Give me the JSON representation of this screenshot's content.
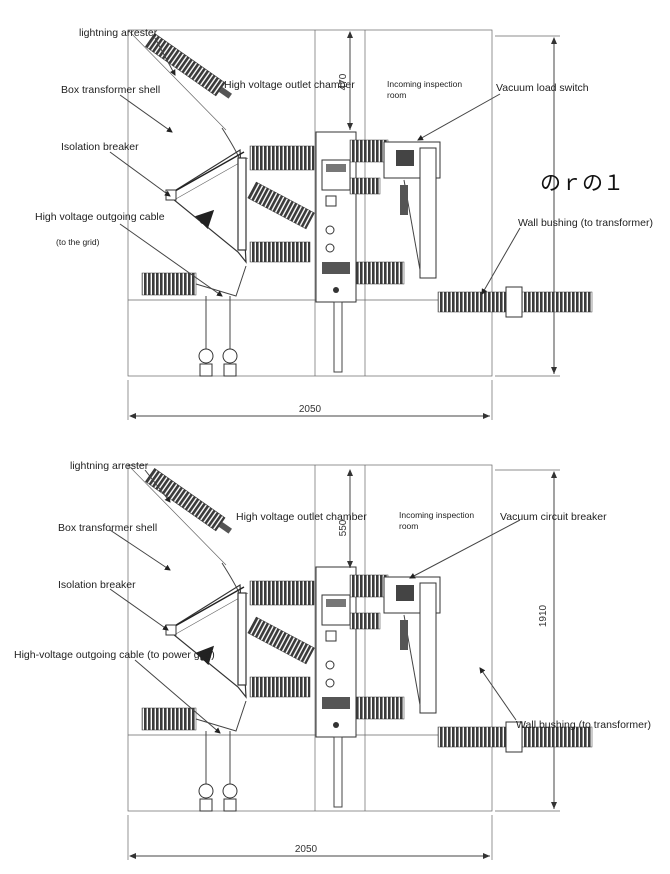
{
  "diagrams": [
    {
      "labels": {
        "lightning_arrester": "lightning arrester",
        "box_shell": "Box transformer shell",
        "isolation_breaker": "Isolation breaker",
        "outgoing_cable": "High voltage outgoing cable",
        "outgoing_cable_sub": "(to the grid)",
        "outlet_chamber": "High voltage outlet chamber",
        "inspection_room_1": "Incoming inspection",
        "inspection_room_2": "room",
        "switch": "Vacuum load switch",
        "wall_bushing": "Wall bushing (to transformer)"
      },
      "dims": {
        "width": "2050",
        "chamber_height": "470"
      }
    },
    {
      "labels": {
        "lightning_arrester": "lightning arrester",
        "box_shell": "Box transformer shell",
        "isolation_breaker": "Isolation breaker",
        "outgoing_cable": "High-voltage outgoing cable (to power grid)",
        "outlet_chamber": "High voltage outlet chamber",
        "inspection_room_1": "Incoming inspection",
        "inspection_room_2": "room",
        "switch": "Vacuum circuit breaker",
        "wall_bushing": "Wall bushing (to transformer)"
      },
      "dims": {
        "width": "2050",
        "chamber_height": "550",
        "height": "1910"
      }
    }
  ],
  "overlay_text": "のｒの１"
}
